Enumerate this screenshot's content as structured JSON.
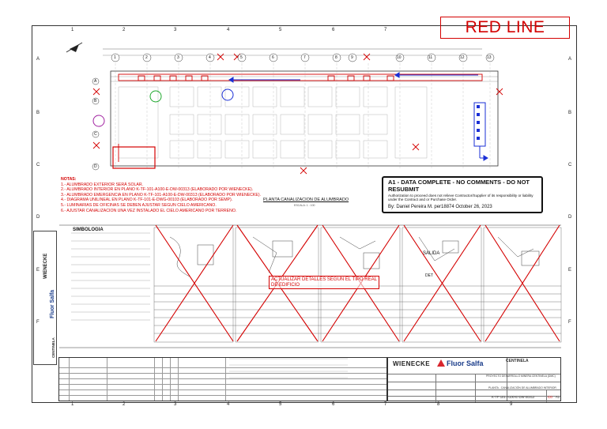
{
  "stamp_redline": "RED LINE",
  "grid": {
    "columns": [
      "1",
      "2",
      "3",
      "4",
      "5",
      "6",
      "7",
      "8",
      "9"
    ],
    "rows": [
      "A",
      "B",
      "C",
      "D",
      "E",
      "F"
    ]
  },
  "plan": {
    "axis_bubbles": [
      "1",
      "2",
      "3",
      "4",
      "5",
      "6",
      "7",
      "8",
      "9",
      "10",
      "11",
      "12",
      "13"
    ],
    "row_bubbles": [
      "A",
      "B",
      "C",
      "D"
    ],
    "title": "PLANTA CANALIZACION DE ALUMBRADO",
    "scale": "ESCALA: 1 : 100"
  },
  "notes": {
    "title": "NOTAS:",
    "items": [
      "1.- ALUMBRADO EXTERIOR SERÁ SOLAR.",
      "2.- ALUMBRADO INTERIOR EN PLANO K-TF-101-A100-E-DW-00313 (ELABORADO POR WIENECKE).",
      "3.- ALUMBRADO EMERGENCIA EN PLANO K-TF-101-A100-E-DW-00313 (ELABORADO POR WIENECKE).",
      "4.- DIAGRAMA UNILINEAL EN PLANO K-TF-101-E-DWG-00103 (ELABORADO POR SEMP).",
      "5.- LUMINARIAS DE OFICINAS SE DEBEN AJUSTAR SEGUN CIELO AMERICANO.",
      "6.- AJUSTAR CANALIZACION UNA VEZ INSTALADO EL CIELO AMERICANO POR TERRENO."
    ]
  },
  "approval_stamp": {
    "status": "A1 - DATA COMPLETE - NO COMMENTS - DO NOT RESUBMIT",
    "disclaimer": "Authorization to proceed does not relieve Contractor/Supplier of its responsibility or liability under the Contract and or Purchase Order.",
    "signature": "By: Daniel Pereira M.  per18874  October 26, 2023"
  },
  "simbologia_title": "SIMBOLOGIA",
  "details": {
    "label_salida": "SALIDA",
    "label_det": "DET",
    "red_note": "ACTUALIZAR DETALLES SEGUN EL TIPO REAL DE EDIFICIO"
  },
  "title_block": {
    "firm": "WIENECKE",
    "contractor": "Fluor Salfa",
    "owner": "CENTINELA",
    "project": "PROYECTO DESARROLLO MINERA CENTINELA (DMC)",
    "drawing_title": "PLANTA - CANALIZACIÓN DE ALUMBRADO INTERIOR",
    "drawing_number": "K-TF-101-A100-E-DW-00312",
    "rev": "C0",
    "sheet": "A1"
  },
  "colors": {
    "markup_red": "#d40000",
    "markup_blue": "#1a2fd6",
    "markup_green": "#1fa82e",
    "markup_purple": "#a020a0",
    "fluor_blue": "#1a3c8a",
    "fluor_red": "#d8262e"
  }
}
